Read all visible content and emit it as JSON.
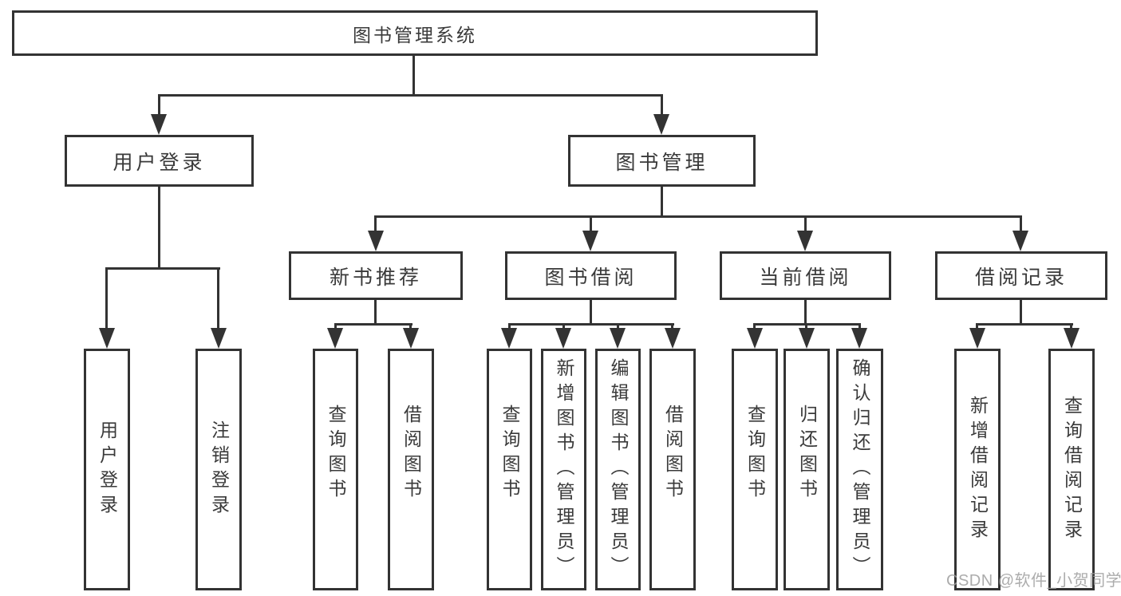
{
  "nodes": {
    "root": {
      "label": "图书管理系统"
    },
    "user_login": {
      "label": "用户登录"
    },
    "book_management": {
      "label": "图书管理"
    },
    "new_book_recommendation": {
      "label": "新书推荐"
    },
    "book_borrowing": {
      "label": "图书借阅"
    },
    "current_borrowing": {
      "label": "当前借阅"
    },
    "borrowing_records": {
      "label": "借阅记录"
    },
    "login": {
      "label": "用户登录"
    },
    "logout": {
      "label": "注销登录"
    },
    "recommend_query_books": {
      "label": "查询图书"
    },
    "recommend_borrow_books": {
      "label": "借阅图书"
    },
    "borrowing_query_books": {
      "label": "查询图书"
    },
    "borrowing_add_books": {
      "label": "新增图书（管理员）"
    },
    "borrowing_edit_books": {
      "label": "编辑图书（管理员）"
    },
    "borrowing_borrow_books": {
      "label": "借阅图书"
    },
    "current_query_books": {
      "label": "查询图书"
    },
    "current_return_books": {
      "label": "归还图书"
    },
    "current_confirm_return": {
      "label": "确认归还（管理员）"
    },
    "records_add_record": {
      "label": "新增借阅记录"
    },
    "records_query_record": {
      "label": "查询借阅记录"
    }
  },
  "watermark": {
    "text": "CSDN @软件_小贺同学"
  },
  "colors": {
    "line": "#333333",
    "text": "#3a3a3a",
    "watermark": "#9e9e9e",
    "background": "#ffffff"
  }
}
